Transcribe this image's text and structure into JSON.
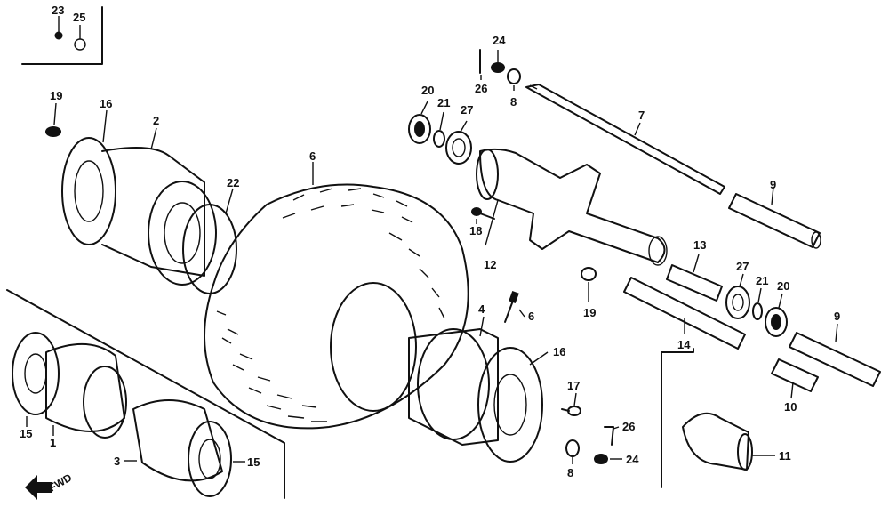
{
  "diagram": {
    "direction_label": "FWD",
    "callouts": [
      {
        "id": "c23",
        "text": "23"
      },
      {
        "id": "c25",
        "text": "25"
      },
      {
        "id": "c19a",
        "text": "19"
      },
      {
        "id": "c16a",
        "text": "16"
      },
      {
        "id": "c2",
        "text": "2"
      },
      {
        "id": "c22",
        "text": "22"
      },
      {
        "id": "c6tire",
        "text": "6"
      },
      {
        "id": "c20a",
        "text": "20"
      },
      {
        "id": "c21a",
        "text": "21"
      },
      {
        "id": "c27a",
        "text": "27"
      },
      {
        "id": "c24a",
        "text": "24"
      },
      {
        "id": "c26a",
        "text": "26"
      },
      {
        "id": "c8a",
        "text": "8"
      },
      {
        "id": "c7",
        "text": "7"
      },
      {
        "id": "c9a",
        "text": "9"
      },
      {
        "id": "c18",
        "text": "18"
      },
      {
        "id": "c12",
        "text": "12"
      },
      {
        "id": "c19b",
        "text": "19"
      },
      {
        "id": "c13",
        "text": "13"
      },
      {
        "id": "c27b",
        "text": "27"
      },
      {
        "id": "c21b",
        "text": "21"
      },
      {
        "id": "c20b",
        "text": "20"
      },
      {
        "id": "c9b",
        "text": "9"
      },
      {
        "id": "c14",
        "text": "14"
      },
      {
        "id": "c10",
        "text": "10"
      },
      {
        "id": "c11",
        "text": "11"
      },
      {
        "id": "c4",
        "text": "4"
      },
      {
        "id": "c6valve",
        "text": "6"
      },
      {
        "id": "c16b",
        "text": "16"
      },
      {
        "id": "c17",
        "text": "17"
      },
      {
        "id": "c26b",
        "text": "26"
      },
      {
        "id": "c24b",
        "text": "24"
      },
      {
        "id": "c8b",
        "text": "8"
      },
      {
        "id": "c15a",
        "text": "15"
      },
      {
        "id": "c1",
        "text": "1"
      },
      {
        "id": "c3",
        "text": "3"
      },
      {
        "id": "c15b",
        "text": "15"
      }
    ]
  }
}
